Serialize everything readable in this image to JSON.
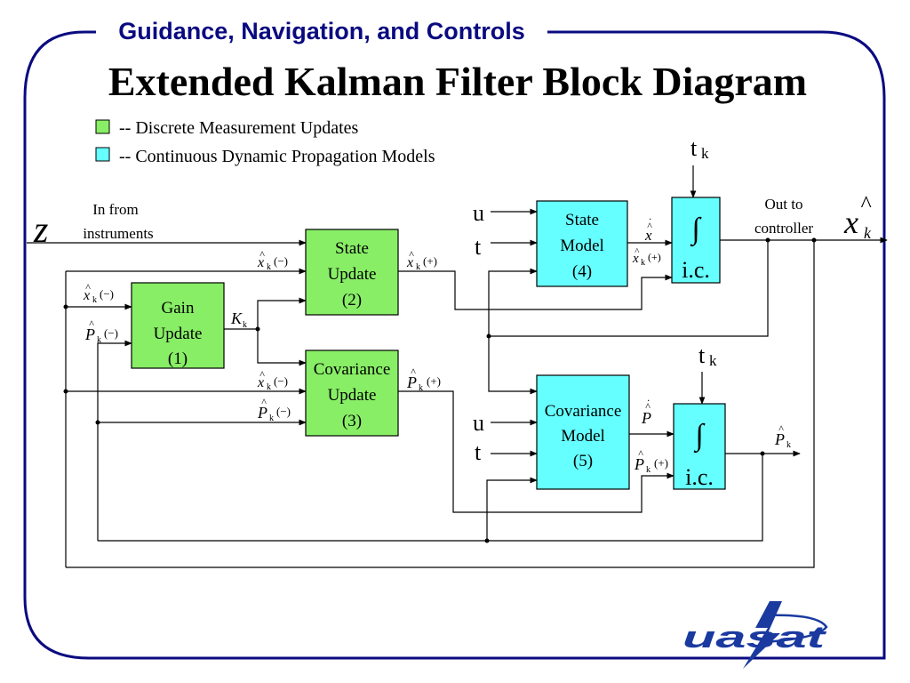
{
  "header": {
    "text": "Guidance, Navigation, and Controls"
  },
  "title": "Extended Kalman Filter Block Diagram",
  "colors": {
    "green_block": "#88ee66",
    "cyan_block": "#66ffff",
    "frame": "#0a0a80"
  },
  "legend": {
    "green": "--  Discrete Measurement Updates",
    "cyan": "--  Continuous Dynamic Propagation Models"
  },
  "inputs": {
    "z": "z",
    "z_note_1": "In from",
    "z_note_2": "instruments"
  },
  "outputs": {
    "note_1": "Out to",
    "note_2": "controller",
    "x_hat": "x",
    "x_sub": "k"
  },
  "blocks": {
    "gain": [
      "Gain",
      "Update",
      "(1)"
    ],
    "state_update": [
      "State",
      "Update",
      "(2)"
    ],
    "cov_update": [
      "Covariance",
      "Update",
      "(3)"
    ],
    "state_model": [
      "State",
      "Model",
      "(4)"
    ],
    "cov_model": [
      "Covariance",
      "Model",
      "(5)"
    ]
  },
  "integrator": {
    "symbol": "∫",
    "ic": "i.c.",
    "t": "t",
    "t_sub": "k"
  },
  "signals": {
    "u": "u",
    "t": "t",
    "x": "x",
    "P": "P",
    "K": "K",
    "k": "k",
    "minus": "(−)",
    "plus": "(+)"
  },
  "logo": {
    "text": "uasat"
  }
}
